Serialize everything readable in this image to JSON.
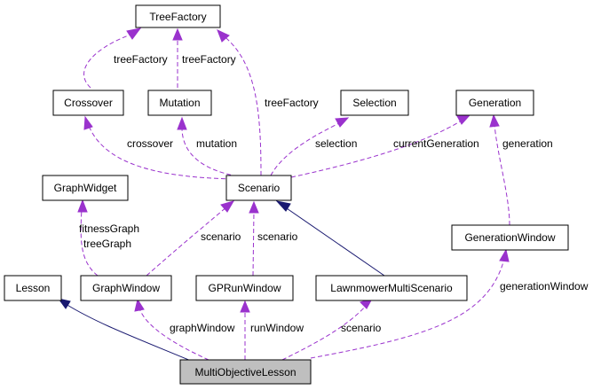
{
  "nodes": {
    "tree_factory": "TreeFactory",
    "crossover": "Crossover",
    "mutation": "Mutation",
    "selection": "Selection",
    "generation": "Generation",
    "graph_widget": "GraphWidget",
    "scenario": "Scenario",
    "generation_window": "GenerationWindow",
    "lesson": "Lesson",
    "graph_window": "GraphWindow",
    "gp_run_window": "GPRunWindow",
    "lawnmower_multi_scenario": "LawnmowerMultiScenario",
    "multi_objective_lesson": "MultiObjectiveLesson"
  },
  "edge_labels": {
    "crossover_tree_factory": "treeFactory",
    "mutation_tree_factory": "treeFactory",
    "scenario_tree_factory": "treeFactory",
    "crossover": "crossover",
    "mutation": "mutation",
    "selection": "selection",
    "current_generation": "currentGeneration",
    "generation": "generation",
    "fitness_graph": "fitnessGraph",
    "tree_graph": "treeGraph",
    "graph_window_scenario": "scenario",
    "gp_run_window_scenario": "scenario",
    "generation_window": "generationWindow",
    "graph_window": "graphWindow",
    "run_window": "runWindow",
    "lawnmower_scenario": "scenario"
  },
  "colors": {
    "usage_edge": "#9a32cd",
    "inheritance_edge": "#191970",
    "highlight_node": "#bfbfbf"
  }
}
